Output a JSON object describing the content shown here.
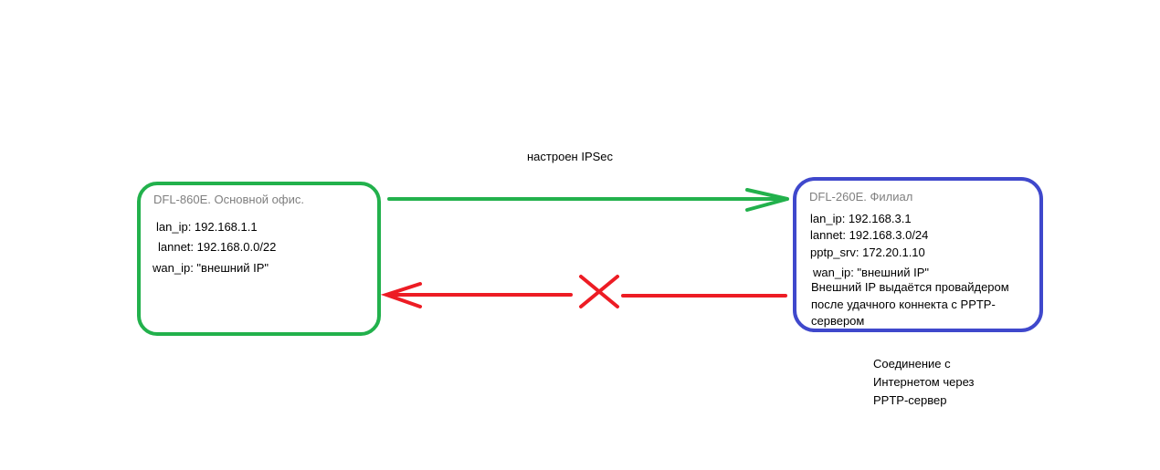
{
  "colors": {
    "green": "#22b14c",
    "red": "#ed1c24",
    "blue": "#3f48cc"
  },
  "link_label": "настроен IPSec",
  "main_office": {
    "title": "DFL-860E. Основной офис.",
    "lan_ip": "lan_ip: 192.168.1.1",
    "lannet": "lannet: 192.168.0.0/22",
    "wan_ip": "wan_ip: \"внешний IP\""
  },
  "branch": {
    "title": "DFL-260E. Филиал",
    "lan_ip": "lan_ip: 192.168.3.1",
    "lannet": "lannet: 192.168.3.0/24",
    "pptp_srv": "pptp_srv: 172.20.1.10",
    "wan_ip": "wan_ip: \"внешний IP\"",
    "note": [
      "Внешний IP выдаётся провайдером",
      "после удачного коннекта с PPTP-",
      "сервером"
    ]
  },
  "connection_note": [
    "Соединение с",
    "Интернетом через",
    "PPTP-сервер"
  ]
}
